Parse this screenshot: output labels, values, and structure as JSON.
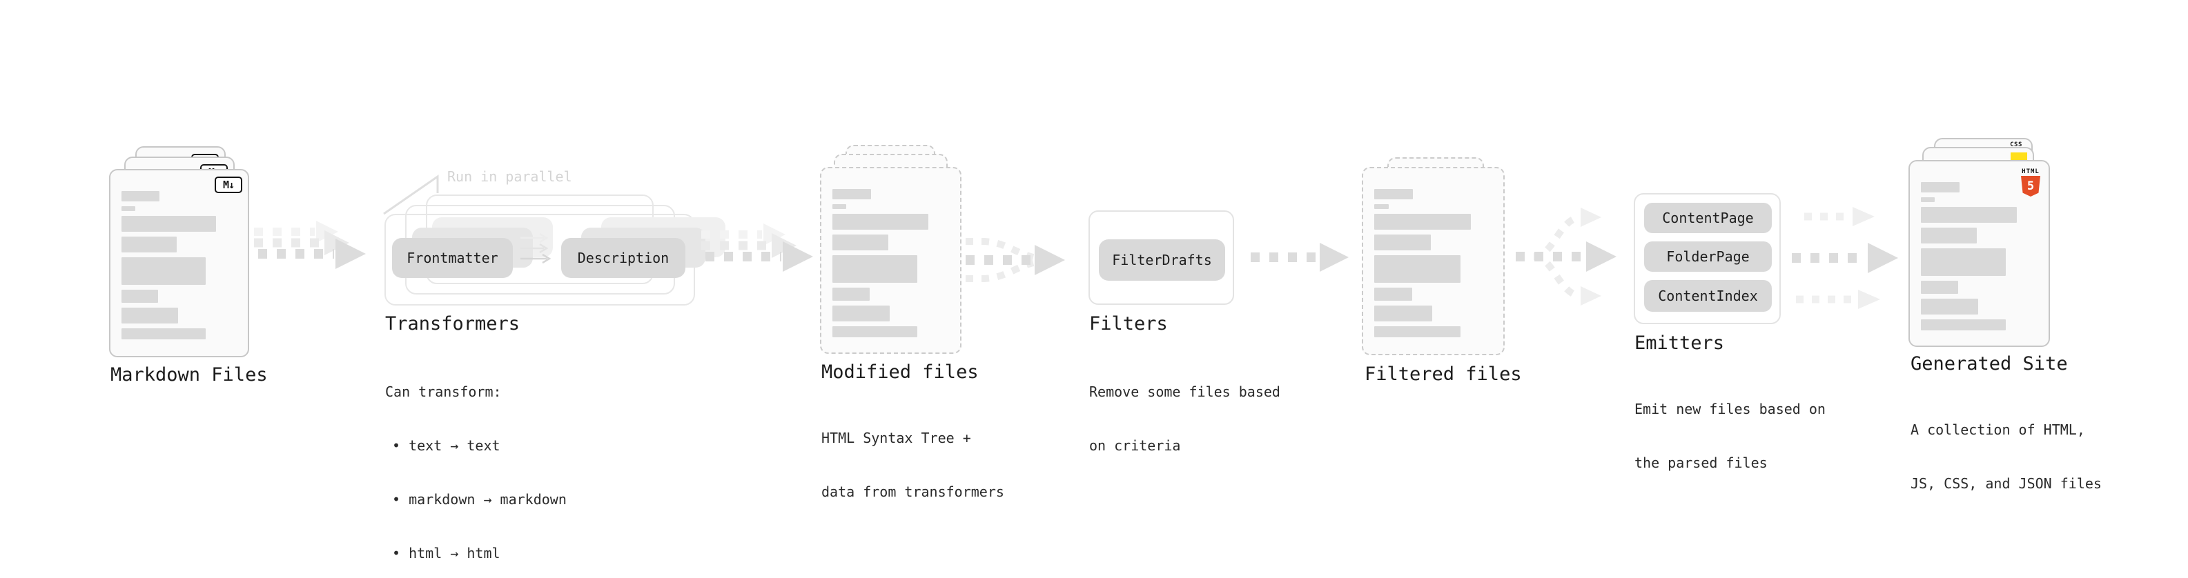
{
  "diagram": {
    "title_implicit": "Static site generation pipeline",
    "doc_bars": [
      {
        "w": 33,
        "h": 15
      },
      {
        "w": 12,
        "h": 7
      },
      {
        "w": 82,
        "h": 23
      },
      {
        "w": 48,
        "h": 23
      },
      {
        "w": 73,
        "h": 40
      },
      {
        "w": 32,
        "h": 19
      },
      {
        "w": 49,
        "h": 23
      },
      {
        "w": 73,
        "h": 16
      }
    ],
    "icons": {
      "markdown_badge": "M↓",
      "html5_label": "HTML",
      "html5_number": "5",
      "css_label": "CSS"
    },
    "colors": {
      "bar": "#d9d9d9",
      "chip": "#d9d9d9",
      "doc_border": "#c7c7c7",
      "frame_border": "#e7e7e7",
      "arrow": "#dcdcdc",
      "note_text": "#d4d4d4",
      "text": "#1c1c1c",
      "html5_orange": "#e44d26",
      "css_blue": "#2b66f6",
      "js_yellow": "#ffdf1b"
    },
    "sections": {
      "markdown": {
        "title": "Markdown Files"
      },
      "transformers": {
        "title": "Transformers",
        "note": "Run in parallel",
        "chips": [
          "Frontmatter",
          "Description"
        ],
        "desc_lines": [
          "Can transform:",
          "• text → text",
          "• markdown → markdown",
          "• html → html"
        ]
      },
      "modified": {
        "title": "Modified files",
        "desc_lines": [
          "HTML Syntax Tree +",
          "data from transformers"
        ]
      },
      "filters": {
        "title": "Filters",
        "chips": [
          "FilterDrafts"
        ],
        "desc_lines": [
          "Remove some files based",
          "on criteria"
        ]
      },
      "filtered": {
        "title": "Filtered files"
      },
      "emitters": {
        "title": "Emitters",
        "chips": [
          "ContentPage",
          "FolderPage",
          "ContentIndex"
        ],
        "desc_lines": [
          "Emit new files based on",
          "the parsed files"
        ]
      },
      "generated": {
        "title": "Generated Site",
        "desc_lines": [
          "A collection of HTML,",
          "JS, CSS, and JSON files"
        ]
      }
    }
  }
}
